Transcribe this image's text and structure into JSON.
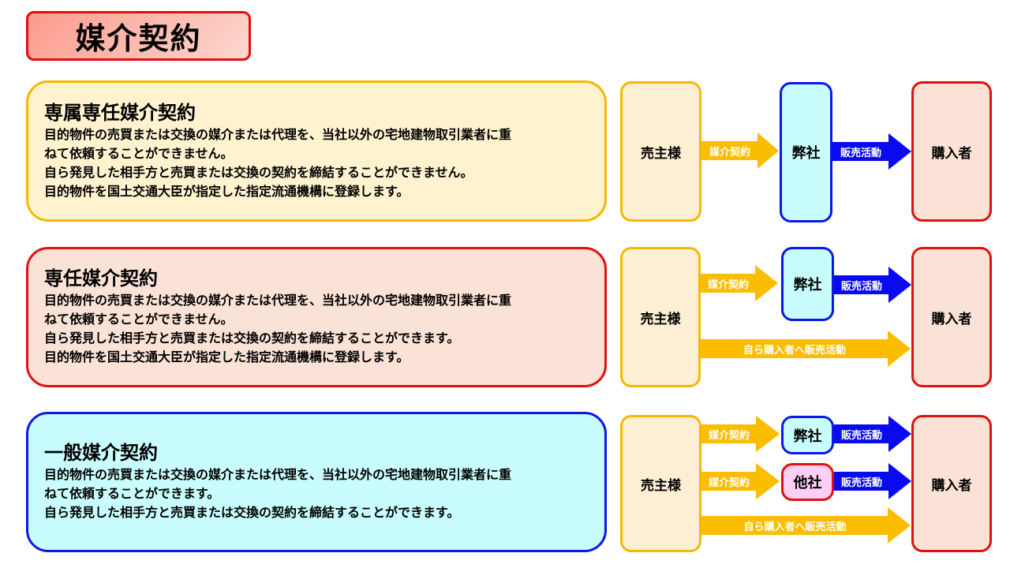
{
  "title": "媒介契約",
  "colors": {
    "title_border": "#e01010",
    "yellow_accent": "#f5b800",
    "red_accent": "#e01010",
    "blue_accent": "#0a18e8",
    "arrow_gold": "#fbbd00",
    "arrow_blue": "#0a0af0"
  },
  "contracts": [
    {
      "name": "専属専任媒介契約",
      "lines": [
        "目的物件の売買または交換の媒介または代理を、当社以外の宅地建物取引業者に重",
        "ねて依頼することができません。",
        "自ら発見した相手方と売買または交換の契約を締結することができません。",
        "目的物件を国土交通大臣が指定した指定流通機構に登録します。"
      ],
      "diagram": {
        "seller": "売主様",
        "company": "弊社",
        "buyer": "購入者",
        "arrow_contract": "媒介契約",
        "arrow_sales": "販売活動"
      }
    },
    {
      "name": "専任媒介契約",
      "lines": [
        "目的物件の売買または交換の媒介または代理を、当社以外の宅地建物取引業者に重",
        "ねて依頼することができません。",
        "自ら発見した相手方と売買または交換の契約を締結することができます。",
        "目的物件を国土交通大臣が指定した指定流通機構に登録します。"
      ],
      "diagram": {
        "seller": "売主様",
        "company": "弊社",
        "buyer": "購入者",
        "arrow_contract": "媒介契約",
        "arrow_sales": "販売活動",
        "arrow_direct": "自ら購入者へ販売活動"
      }
    },
    {
      "name": "一般媒介契約",
      "lines": [
        "目的物件の売買または交換の媒介または代理を、当社以外の宅地建物取引業者に重",
        "ねて依頼することができます。",
        "自ら発見した相手方と売買または交換の契約を締結することができます。"
      ],
      "diagram": {
        "seller": "売主様",
        "company": "弊社",
        "other_company": "他社",
        "buyer": "購入者",
        "arrow_contract": "媒介契約",
        "arrow_contract_other": "媒介契約",
        "arrow_sales": "販売活動",
        "arrow_sales_other": "販売活動",
        "arrow_direct": "自ら購入者へ販売活動"
      }
    }
  ]
}
